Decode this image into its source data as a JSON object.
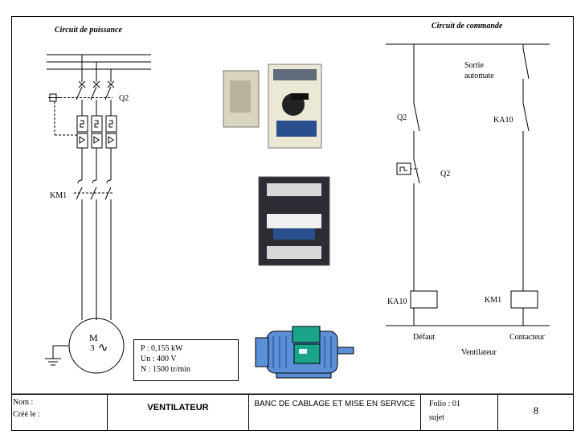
{
  "power_circuit": {
    "title": "Circuit de puissance",
    "breaker_label": "Q2",
    "contactor_label": "KM1",
    "motor_symbol": "M",
    "motor_phase": "3",
    "motor_ac": "∿"
  },
  "control_circuit": {
    "title": "Circuit de commande",
    "plc_output": [
      "Sortie",
      "automate"
    ],
    "q2_contact": "Q2",
    "ka10_contact": "KA10",
    "q2_aux": "Q2",
    "ka10_coil": "KA10",
    "km1_coil": "KM1",
    "label_defaut": "Défaut",
    "label_contacteur": "Contacteur",
    "label_ventilateur": "Ventilateur"
  },
  "motor_specs": [
    "P : 0,155 kW",
    "Un : 400 V",
    "N : 1500 tr/min"
  ],
  "cartouche": {
    "nom": "Nom :",
    "cree": "Créé le :",
    "title": "VENTILATEUR",
    "subject": "BANC DE CABLAGE ET MISE EN SERVICE",
    "folio": "Folio : 01",
    "sujet": "sujet",
    "page_number": "8"
  },
  "colors": {
    "motor_body": "#5b8fd6",
    "motor_box": "#1aa58a",
    "breaker_body": "#e8e4d0",
    "contactor_body": "#2c2c34"
  }
}
